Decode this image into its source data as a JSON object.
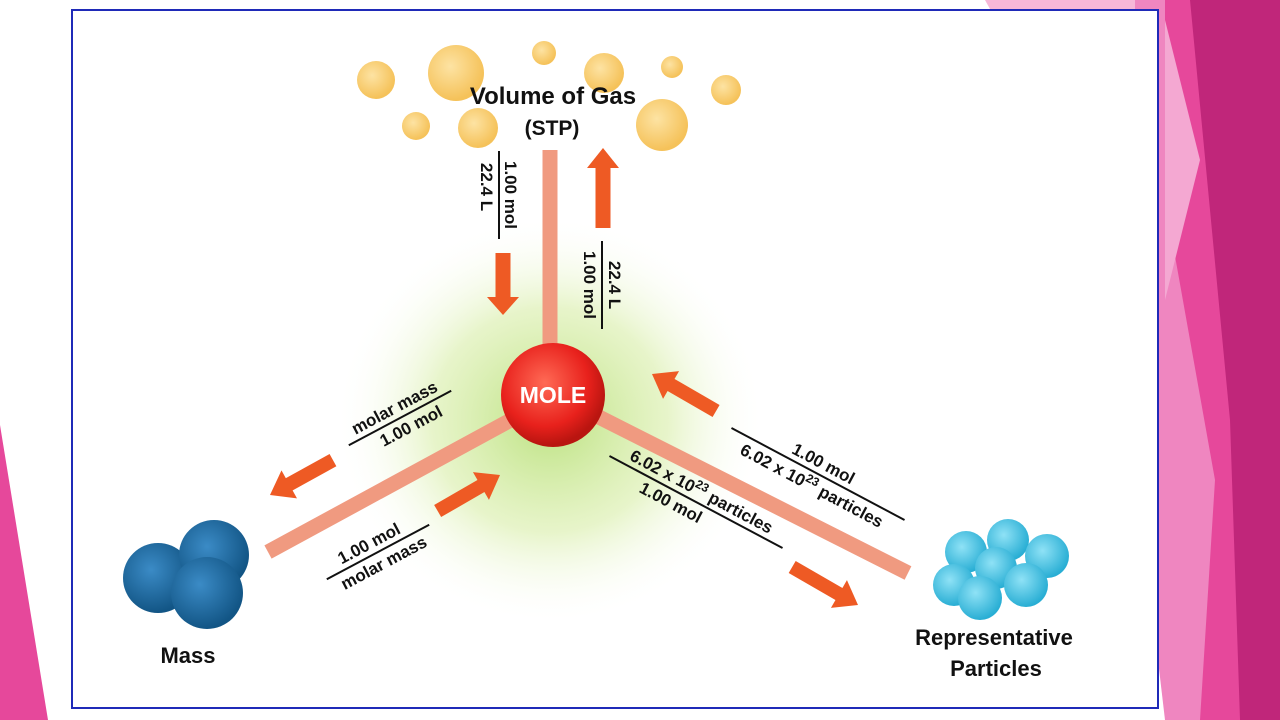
{
  "colors": {
    "accent_pink": "#e6489b",
    "dark_magenta": "#c0267a",
    "frame_border": "#1f2ab8",
    "arrow_orange": "#ee5a24",
    "connector_salmon": "#f09a80",
    "mole_red": "#e8211c",
    "gas_yellow": "#f7cc6a",
    "mass_blue": "#1f6fa8",
    "particle_cyan": "#4cc8e8",
    "glow_green": "#c8e89a"
  },
  "nodes": {
    "mole": "MOLE",
    "gas_title": "Volume of Gas",
    "gas_sub": "(STP)",
    "mass": "Mass",
    "particles_line1": "Representative",
    "particles_line2": "Particles"
  },
  "factors": {
    "mole_to_gas": {
      "num": "22.4 L",
      "den": "1.00 mol"
    },
    "gas_to_mole": {
      "num": "1.00 mol",
      "den": "22.4 L"
    },
    "mole_to_mass": {
      "num": "molar mass",
      "den": "1.00 mol"
    },
    "mass_to_mole": {
      "num": "1.00 mol",
      "den": "molar mass"
    },
    "particles_to_mole": {
      "num": "1.00 mol",
      "den_base": "6.02 x 10",
      "den_exp": "23",
      "den_tail": " particles"
    },
    "mole_to_particles": {
      "num_base": "6.02 x 10",
      "num_exp": "23",
      "num_tail": " particles",
      "den": "1.00 mol"
    }
  },
  "icons": {
    "gas": "gas-molecules-icon",
    "mass": "mass-spheres-icon",
    "particles": "particle-cluster-icon"
  }
}
